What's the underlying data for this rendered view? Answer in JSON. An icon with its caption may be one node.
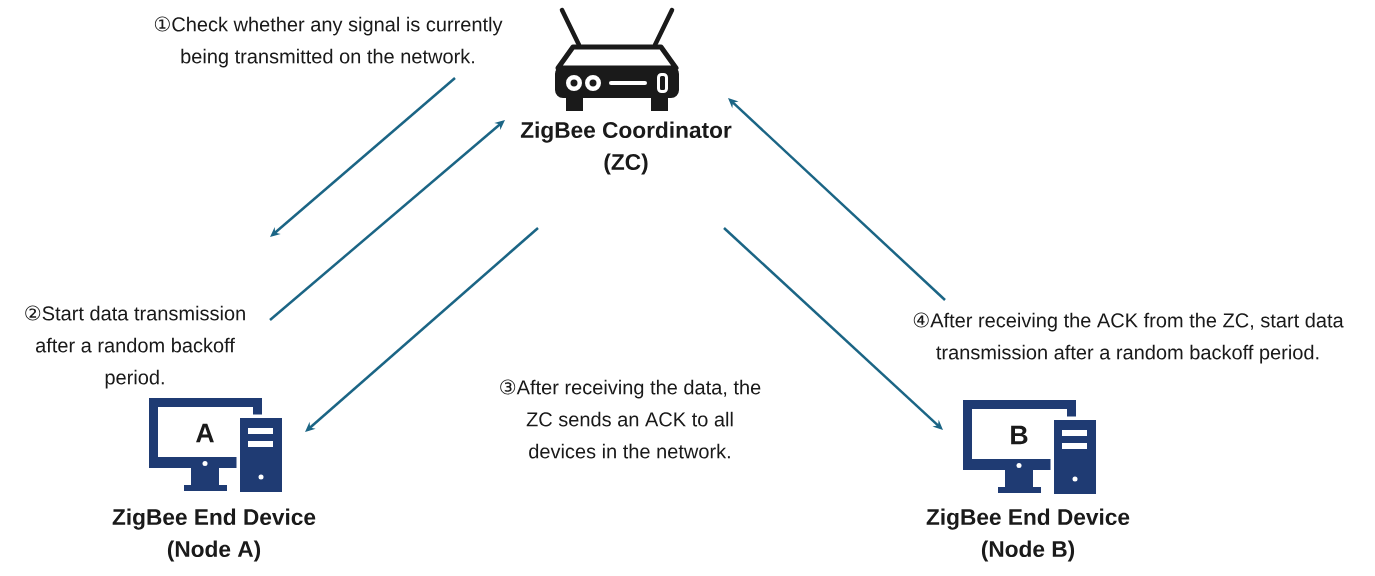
{
  "diagram": {
    "nodes": [
      {
        "text": [
          "①Check whether any signal is currently being transmitted on the network."
        ]
      },
      {
        "text": [
          "ZigBee Coordinator (ZC)"
        ]
      },
      {
        "text": [
          "②Start data transmission after a random backoff period."
        ]
      },
      {
        "text": [
          "④After receiving the ACK from the ZC, start data transmission after a random backoff period."
        ]
      },
      {
        "text": [
          "A",
          "ZigBee End Device (Node A)"
        ]
      },
      {
        "text": [
          "B",
          "ZigBee End Device (Node B)"
        ]
      }
    ],
    "edges": [
      {
        "from": 0,
        "to": null,
        "arrow": "to"
      },
      {
        "from": 2,
        "to": 1,
        "arrow": "to"
      },
      {
        "from": 1,
        "to": 4,
        "arrow": "to"
      },
      {
        "from": 1,
        "to": 5,
        "arrow": "to"
      },
      {
        "from": 3,
        "to": 1,
        "arrow": "to"
      }
    ],
    "labels": [
      "③After receiving the data, the ZC sends an ACK to all devices in the network."
    ]
  }
}
